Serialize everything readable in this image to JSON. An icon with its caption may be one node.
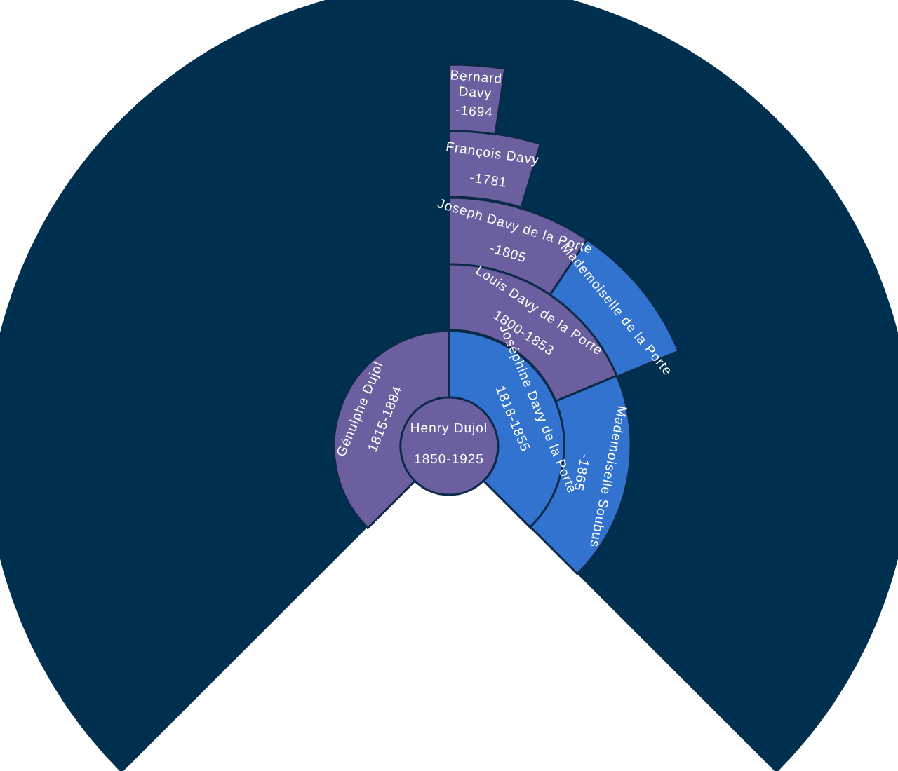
{
  "diagram": {
    "nodes": [
      {
        "text": [
          "Henry Dujol",
          "1850-1925"
        ]
      },
      {
        "text": [
          "Génulphe Dujol",
          "1815-1884"
        ]
      },
      {
        "text": [
          "Joséphine Davy de la Porte",
          "1818-1855"
        ]
      },
      {
        "text": [
          "Louis Davy de la Porte",
          "1800-1853"
        ]
      },
      {
        "text": [
          "Mademoiselle Soubus",
          "-1865"
        ]
      },
      {
        "text": [
          "Joseph Davy de la Porte",
          "-1805"
        ]
      },
      {
        "text": [
          "Mademoiselle de la Porte"
        ]
      },
      {
        "text": [
          "François Davy",
          "-1781"
        ]
      },
      {
        "text": [
          "Bernard Davy",
          "-1694"
        ]
      }
    ]
  }
}
